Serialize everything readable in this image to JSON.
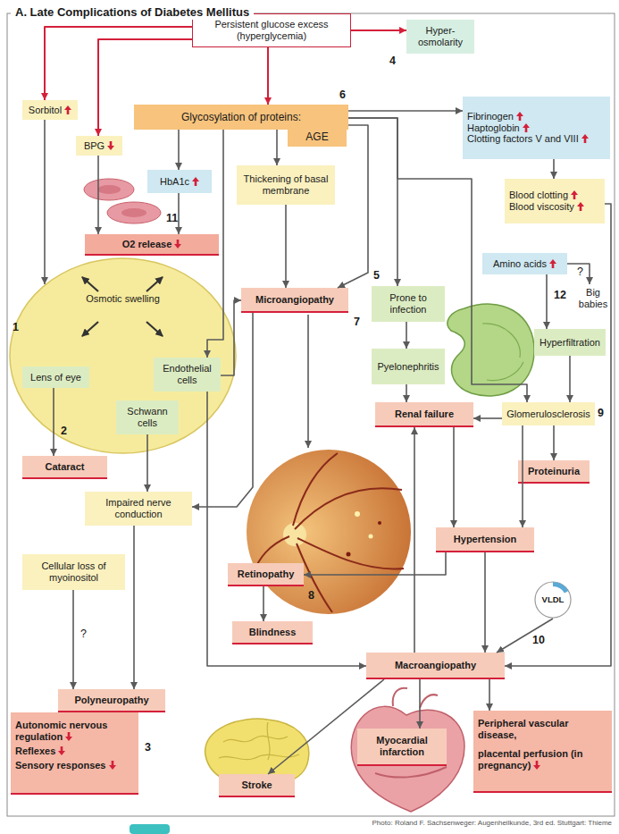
{
  "diagram": {
    "title": "A. Late Complications of Diabetes Mellitus",
    "caption": "Photo: Roland F. Sachsenweger: Augenheilkunde, 3rd ed. Stuttgart: Thieme",
    "nodes": [
      {
        "text": [
          "Persistent glucose excess (hyperglycemia)"
        ]
      },
      {
        "text": [
          "Hyper-osmolarity"
        ]
      },
      {
        "text": [
          "Fibrinogen",
          "Haptoglobin",
          "Clotting factors V and VIII"
        ]
      },
      {
        "text": [
          "Sorbitol"
        ]
      },
      {
        "text": [
          "Glycosylation of proteins:"
        ]
      },
      {
        "text": [
          "AGE"
        ]
      },
      {
        "text": [
          "BPG"
        ]
      },
      {
        "text": [
          "Thickening of basal membrane"
        ]
      },
      {
        "text": [
          "HbA1c"
        ]
      },
      {
        "text": [
          "Blood clotting",
          "Blood viscosity"
        ]
      },
      {
        "text": [
          "O2 release"
        ]
      },
      {
        "text": [
          "Amino acids"
        ]
      },
      {
        "text": [
          "Osmotic swelling"
        ]
      },
      {
        "text": [
          "Big babies"
        ]
      },
      {
        "text": [
          "Prone to infection"
        ]
      },
      {
        "text": [
          "Microangiopathy"
        ]
      },
      {
        "text": [
          "Hyperfiltration"
        ]
      },
      {
        "text": [
          "Endothelial cells"
        ],
        "in": 12
      },
      {
        "text": [
          "Lens of eye"
        ],
        "in": 12
      },
      {
        "text": [
          "Schwann cells"
        ],
        "in": 12
      },
      {
        "text": [
          "Pyelonephritis"
        ]
      },
      {
        "text": [
          "Renal failure"
        ]
      },
      {
        "text": [
          "Glomerulosclerosis"
        ]
      },
      {
        "text": [
          "Cataract"
        ]
      },
      {
        "text": [
          "Proteinuria"
        ]
      },
      {
        "text": [
          "Impaired nerve conduction"
        ]
      },
      {
        "text": [
          "Hypertension"
        ]
      },
      {
        "text": [
          "Cellular loss of myoinositol"
        ]
      },
      {
        "text": [
          "Retinopathy"
        ]
      },
      {
        "text": [
          "VLDL"
        ]
      },
      {
        "text": [
          "Blindness"
        ]
      },
      {
        "text": [
          "Macroangiopathy"
        ]
      },
      {
        "text": [
          "Polyneuropathy"
        ]
      },
      {
        "text": [
          "Autonomic nervous regulation",
          "Reflexes",
          "Sensory responses"
        ]
      },
      {
        "text": [
          "Peripheral vascular disease,",
          "placental perfusion (in pregnancy)"
        ]
      },
      {
        "text": [
          "Myocardial infarction"
        ]
      },
      {
        "text": [
          "Stroke"
        ]
      }
    ],
    "edges": [
      {
        "from": 0,
        "to": 3,
        "arrow": "to"
      },
      {
        "from": 0,
        "to": 6,
        "arrow": "to"
      },
      {
        "from": 0,
        "to": 4,
        "arrow": "to"
      },
      {
        "from": 0,
        "to": 1,
        "arrow": "to"
      },
      {
        "from": 4,
        "to": 2,
        "arrow": "to"
      },
      {
        "from": 4,
        "to": 7,
        "arrow": "to"
      },
      {
        "from": 4,
        "to": 8,
        "arrow": "to"
      },
      {
        "from": 4,
        "to": 17,
        "arrow": "to"
      },
      {
        "from": 4,
        "to": 15,
        "arrow": "to"
      },
      {
        "from": 4,
        "to": 14,
        "arrow": "to"
      },
      {
        "from": 4,
        "to": 22,
        "arrow": "to"
      },
      {
        "from": 6,
        "to": 10,
        "arrow": "to"
      },
      {
        "from": 8,
        "to": 10,
        "arrow": "to"
      },
      {
        "from": 3,
        "to": 12,
        "arrow": "to"
      },
      {
        "from": 2,
        "to": 9,
        "arrow": "to"
      },
      {
        "from": 9,
        "to": 31,
        "arrow": "to"
      },
      {
        "from": 11,
        "to": 16,
        "arrow": "to"
      },
      {
        "from": 11,
        "to": 13,
        "arrow": "to"
      },
      {
        "from": 7,
        "to": 15,
        "arrow": "to"
      },
      {
        "from": 17,
        "to": 15,
        "arrow": "to"
      },
      {
        "from": 15,
        "to": 25,
        "arrow": "to"
      },
      {
        "from": 16,
        "to": 22,
        "arrow": "to"
      },
      {
        "from": 14,
        "to": 20,
        "arrow": "to"
      },
      {
        "from": 20,
        "to": 21,
        "arrow": "to"
      },
      {
        "from": 22,
        "to": 21,
        "arrow": "to"
      },
      {
        "from": 22,
        "to": 24,
        "arrow": "to"
      },
      {
        "from": 22,
        "to": 26,
        "arrow": "to"
      },
      {
        "from": 21,
        "to": 26,
        "arrow": "to"
      },
      {
        "from": 18,
        "to": 23,
        "arrow": "to"
      },
      {
        "from": 19,
        "to": 25,
        "arrow": "to"
      },
      {
        "from": 17,
        "to": 31,
        "arrow": "to"
      },
      {
        "from": 25,
        "to": 32,
        "arrow": "to"
      },
      {
        "from": 27,
        "to": 32,
        "arrow": "to"
      },
      {
        "from": 26,
        "to": 28,
        "arrow": "to"
      },
      {
        "from": 26,
        "to": 31,
        "arrow": "to"
      },
      {
        "from": 28,
        "to": 30,
        "arrow": "to"
      },
      {
        "from": 29,
        "to": 31,
        "arrow": "to"
      },
      {
        "from": 31,
        "to": 21,
        "arrow": "to"
      },
      {
        "from": 31,
        "to": 36,
        "arrow": "to"
      },
      {
        "from": 31,
        "to": 35,
        "arrow": "to"
      },
      {
        "from": 31,
        "to": 34,
        "arrow": "to"
      }
    ],
    "labels": [
      "1",
      "2",
      "3",
      "4",
      "5",
      "6",
      "7",
      "8",
      "9",
      "10",
      "11",
      "12",
      "?",
      "?"
    ]
  }
}
